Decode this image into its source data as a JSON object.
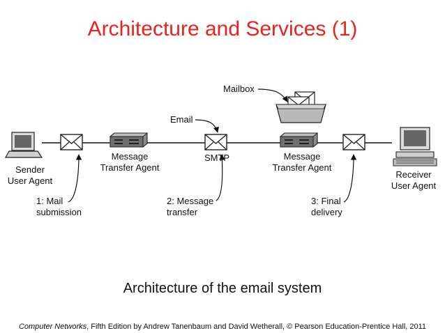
{
  "title": "Architecture and Services (1)",
  "colors": {
    "title": "#e8231f",
    "ink": "#111111",
    "device": "#6f6f6f"
  },
  "labels": {
    "sender_line1": "Sender",
    "sender_line2": "User Agent",
    "mta_left_line1": "Message",
    "mta_left_line2": "Transfer Agent",
    "smtp": "SMTP",
    "mta_right_line1": "Message",
    "mta_right_line2": "Transfer Agent",
    "receiver_line1": "Receiver",
    "receiver_line2": "User Agent",
    "mailbox": "Mailbox",
    "email": "Email",
    "step1_line1": "1: Mail",
    "step1_line2": "submission",
    "step2_line1": "2: Message",
    "step2_line2": "transfer",
    "step3_line1": "3: Final",
    "step3_line2": "delivery"
  },
  "caption": "Architecture of the email system",
  "footer": {
    "book": "Computer Networks",
    "rest": ", Fifth Edition by Andrew Tanenbaum and David Wetherall, © Pearson Education-Prentice Hall, 2011"
  }
}
